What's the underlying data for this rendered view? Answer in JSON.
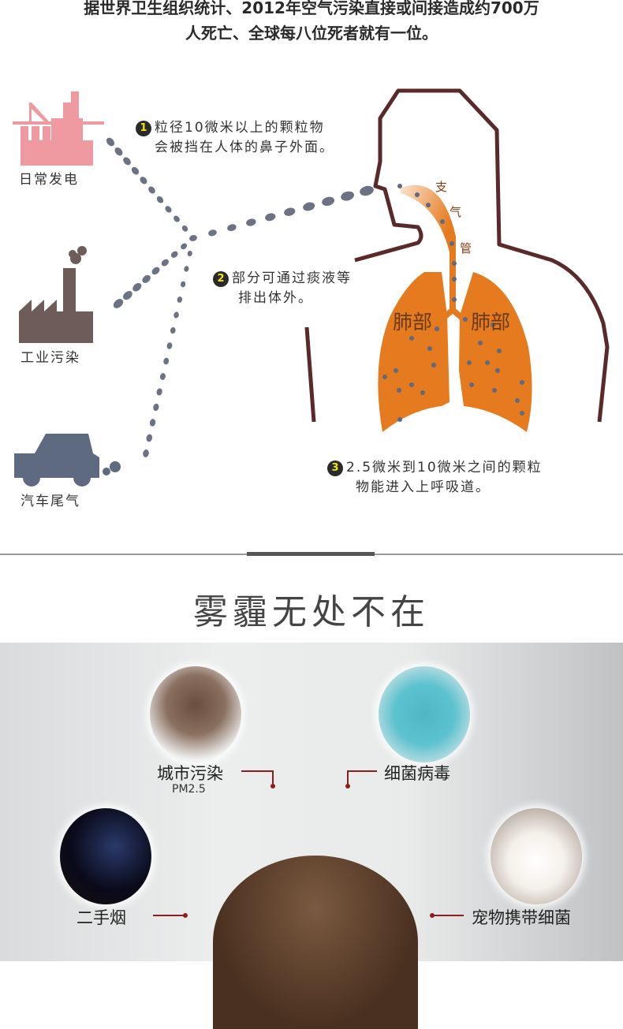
{
  "intro": {
    "line1": "据世界卫生组织统计、2012年空气污染直接或间接造成约700万",
    "line2": "人死亡、全球每八位死者就有一位。"
  },
  "sources": [
    {
      "label": "日常发电",
      "color": "#ee9aa0"
    },
    {
      "label": "工业污染",
      "color": "#6e5c58"
    },
    {
      "label": "汽车尾气",
      "color": "#5e6a80"
    }
  ],
  "notes": [
    {
      "num": "1",
      "line1": "粒径10微米以上的颗粒物",
      "line2": "会被挡在人体的鼻子外面。"
    },
    {
      "num": "2",
      "line1": "部分可通过痰液等",
      "line2": "排出体外。"
    },
    {
      "num": "3",
      "line1": "2.5微米到10微米之间的颗粒",
      "line2": "物能进入上呼吸道。"
    }
  ],
  "body": {
    "trachea": [
      "支",
      "气",
      "管"
    ],
    "lung_left": "肺部",
    "lung_right": "肺部",
    "lung_color": "#e57b1e",
    "outline_color": "#5a2a2a"
  },
  "section_title": "雾霾无处不在",
  "causes": {
    "city": {
      "label": "城市污染",
      "sub": "PM2.5"
    },
    "bacteria": {
      "label": "细菌病毒"
    },
    "smoke": {
      "label": "二手烟"
    },
    "pet": {
      "label": "宠物携带细菌"
    }
  }
}
